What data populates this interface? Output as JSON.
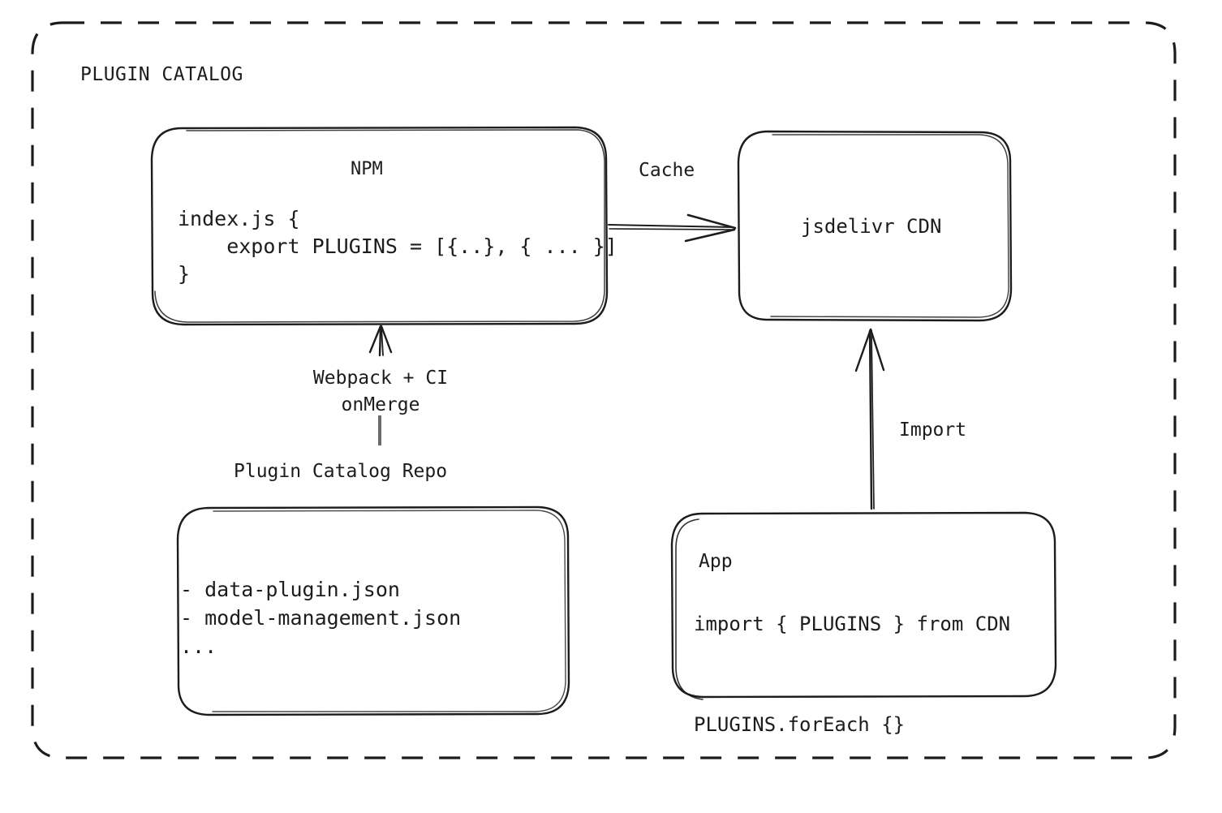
{
  "diagram": {
    "group_label": "PLUGIN CATALOG",
    "stroke_color": "#1c1c1c",
    "background_color": "#ffffff"
  },
  "nodes": {
    "npm": {
      "heading": "NPM",
      "code": "index.js {\n    export PLUGINS = [{..}, { ... }]\n}"
    },
    "cdn": {
      "label": "jsdelivr CDN"
    },
    "repo": {
      "title": "Plugin Catalog Repo",
      "code": "- data-plugin.json\n- model-management.json\n..."
    },
    "app": {
      "heading": "App",
      "code": "import { PLUGINS } from CDN\n\nPLUGINS.forEach {}"
    }
  },
  "edges": {
    "cache": {
      "label": "Cache"
    },
    "build": {
      "label": "Webpack + CI\nonMerge"
    },
    "import": {
      "label": "Import"
    }
  }
}
